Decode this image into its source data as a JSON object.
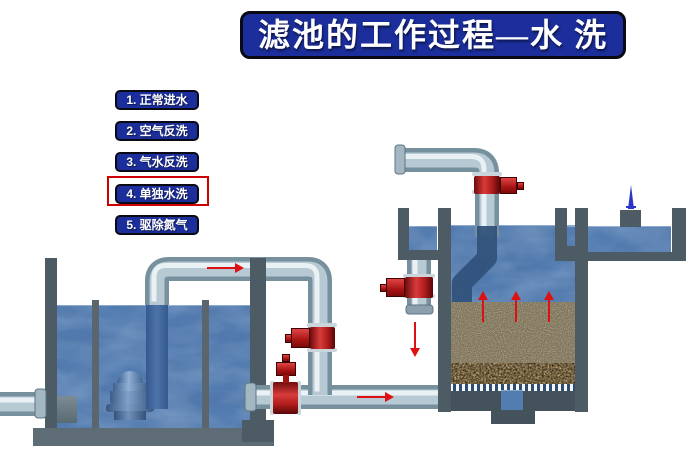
{
  "title": "滤池的工作过程—水 洗",
  "menu": {
    "items": [
      {
        "label": "1. 正常进水"
      },
      {
        "label": "2. 空气反洗"
      },
      {
        "label": "3. 气水反洗"
      },
      {
        "label": "4. 单独水洗"
      },
      {
        "label": "5. 驱除氮气"
      }
    ],
    "highlighted": "4. 单独水洗"
  },
  "colors": {
    "accent_blue": "#1b2e9b",
    "highlight_red": "#cf0000",
    "valve_red": "#c12020",
    "arrow_red": "#dd1111",
    "water_blue": "#537cb0",
    "wall_gray": "#4d5b64"
  }
}
